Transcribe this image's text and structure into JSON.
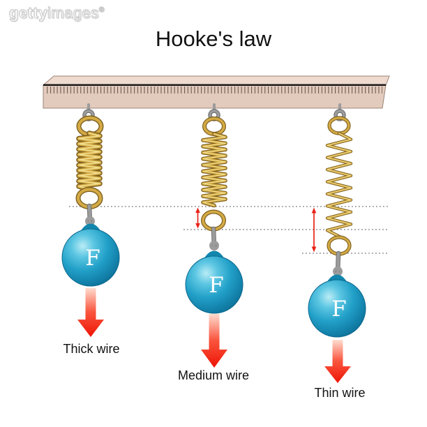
{
  "watermark": {
    "brand_bold": "getty",
    "brand_light": "images",
    "registered": "®"
  },
  "title": "Hooke's law",
  "diagram": {
    "springs": [
      {
        "label": "Thick wire",
        "force_symbol": "F"
      },
      {
        "label": "Medium wire",
        "force_symbol": "F"
      },
      {
        "label": "Thin wire",
        "force_symbol": "F"
      }
    ]
  },
  "colors": {
    "beam_front": "#e2cabc",
    "beam_top": "#eedace",
    "spring_gold": "#d3aa45",
    "spring_gold_dark": "#7e5f1e",
    "ball_blue": "#1f9ac4",
    "force_red": "#ee1405",
    "measure_red": "#e82317",
    "hook_gray": "#9c9c9c",
    "dotted_line": "#8c8c8c",
    "text": "#111111"
  }
}
